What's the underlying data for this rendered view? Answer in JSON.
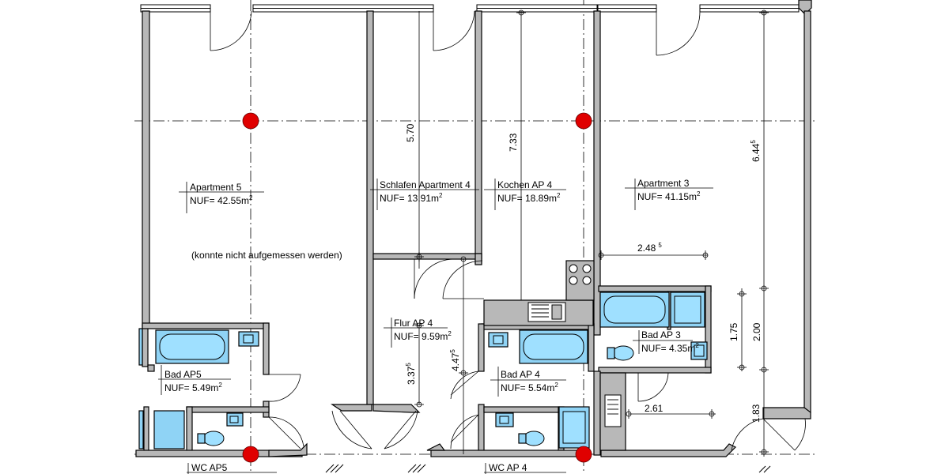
{
  "rooms": {
    "ap5": {
      "name": "Apartment 5",
      "area": "NUF= 42.55m",
      "note": "(konnte nicht aufgemessen werden)"
    },
    "schlafen4": {
      "name": "Schlafen Apartment 4",
      "area": "NUF= 13.91m"
    },
    "kochen4": {
      "name": "Kochen AP 4",
      "area": "NUF= 18.89m"
    },
    "ap3": {
      "name": "Apartment 3",
      "area": "NUF= 41.15m"
    },
    "flur4": {
      "name": "Flur AP 4",
      "area": "NUF= 9.59m"
    },
    "bad5": {
      "name": "Bad AP5",
      "area": "NUF= 5.49m"
    },
    "bad4": {
      "name": "Bad AP 4",
      "area": "NUF= 5.54m"
    },
    "bad3": {
      "name": "Bad AP 3",
      "area": "NUF= 4.35m"
    },
    "wc5": {
      "name": "WC AP5"
    },
    "wc4": {
      "name": "WC AP 4"
    },
    "sq": "2"
  },
  "dimensions": {
    "d570": "5.70",
    "d733": "7.33",
    "d644": "6.44",
    "d644s": "5",
    "d248": "2.48",
    "d248s": "5",
    "d175": "1.75",
    "d200": "2.00",
    "d337": "3.37",
    "d337s": "5",
    "d447": "4.47",
    "d447s": "5",
    "d261": "2.61",
    "d183": "1.83"
  }
}
